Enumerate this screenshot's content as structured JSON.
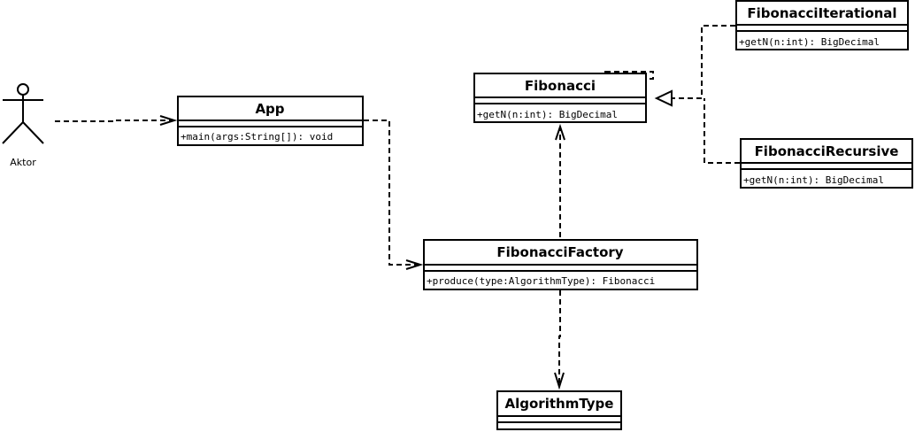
{
  "actor": {
    "label": "Aktor"
  },
  "classes": {
    "app": {
      "name": "App",
      "method": "+main(args:String[]): void"
    },
    "fibonacci": {
      "name": "Fibonacci",
      "method": "+getN(n:int): BigDecimal"
    },
    "fibonacci_iterational": {
      "name": "FibonacciIterational",
      "method": "+getN(n:int): BigDecimal"
    },
    "fibonacci_recursive": {
      "name": "FibonacciRecursive",
      "method": "+getN(n:int): BigDecimal"
    },
    "fibonacci_factory": {
      "name": "FibonacciFactory",
      "method": "+produce(type:AlgorithmType): Fibonacci"
    },
    "algorithm_type": {
      "name": "AlgorithmType"
    }
  },
  "relations": [
    {
      "from": "Aktor",
      "to": "App",
      "kind": "dependency"
    },
    {
      "from": "App",
      "to": "FibonacciFactory",
      "kind": "dependency"
    },
    {
      "from": "FibonacciFactory",
      "to": "Fibonacci",
      "kind": "dependency"
    },
    {
      "from": "FibonacciFactory",
      "to": "AlgorithmType",
      "kind": "dependency"
    },
    {
      "from": "FibonacciIterational",
      "to": "Fibonacci",
      "kind": "realization"
    },
    {
      "from": "FibonacciRecursive",
      "to": "Fibonacci",
      "kind": "realization"
    }
  ]
}
